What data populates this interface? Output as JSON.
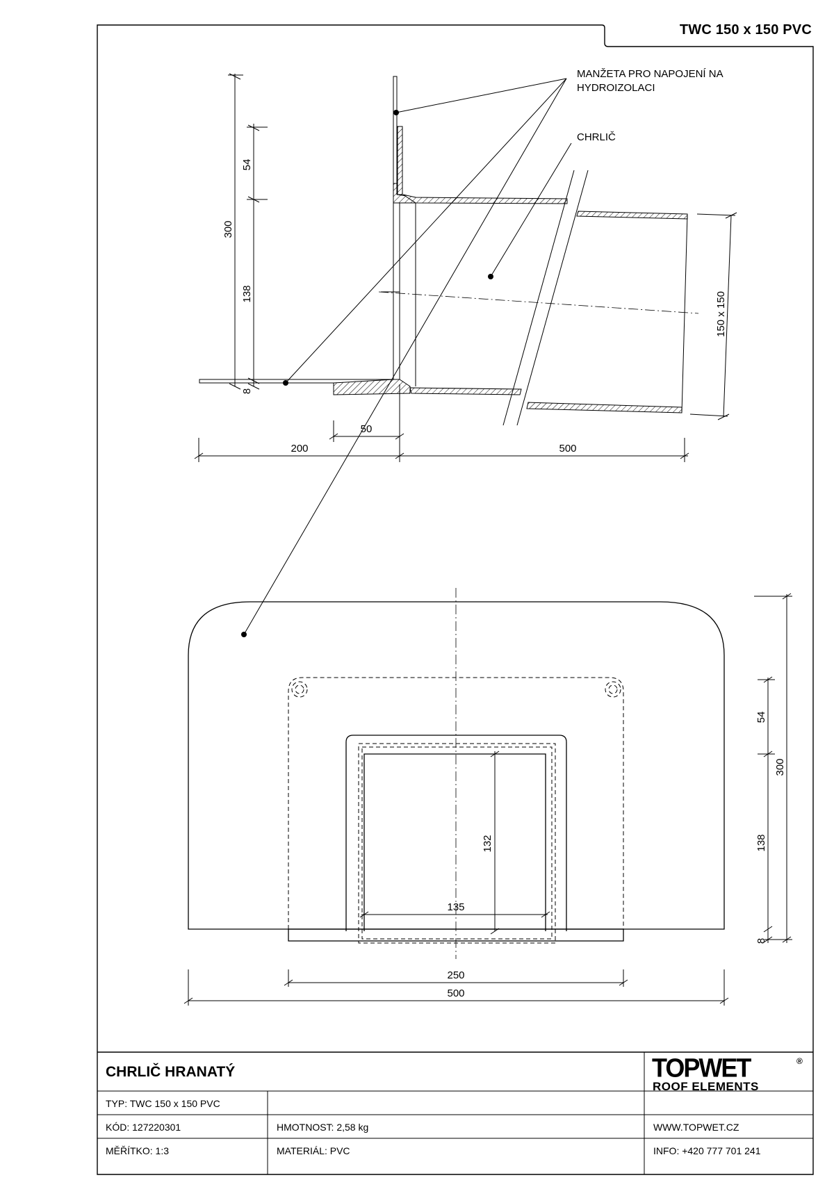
{
  "header": {
    "code_title": "TWC 150 x 150 PVC"
  },
  "section_view": {
    "labels": {
      "manzeta_line1": "MANŽETA PRO NAPOJENÍ NA",
      "manzeta_line2": "HYDROIZOLACI",
      "chrlic": "CHRLIČ"
    },
    "dims": {
      "total_height": "300",
      "upper": "54",
      "lower": "138",
      "flange": "8",
      "step": "50",
      "left_length": "200",
      "right_length": "500",
      "pipe_size": "150 x 150"
    }
  },
  "plan_view": {
    "dims": {
      "upper": "54",
      "total_height": "300",
      "lower": "138",
      "flange": "8",
      "inner_height": "132",
      "inner_width": "135",
      "mid_width": "250",
      "total_width": "500"
    }
  },
  "title_block": {
    "product_name": "CHRLIČ HRANATÝ",
    "type": "TYP: TWC 150 x 150 PVC",
    "code": "KÓD: 127220301",
    "weight": "HMOTNOST:  2,58 kg",
    "scale": "MĚŘÍTKO: 1:3",
    "material": "MATERIÁL: PVC",
    "website": "WWW.TOPWET.CZ",
    "info": "INFO: +420 777 701 241",
    "logo_text": "TOPWET",
    "logo_reg": "®",
    "logo_subtitle": "ROOF ELEMENTS"
  }
}
